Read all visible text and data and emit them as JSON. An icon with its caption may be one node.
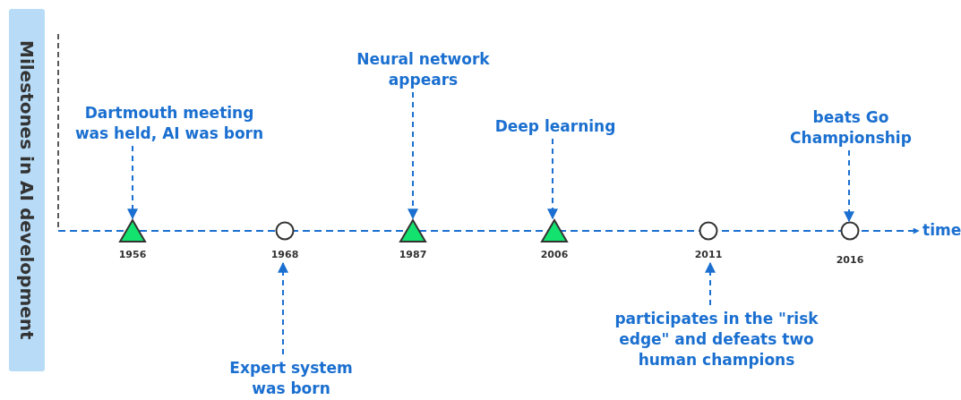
{
  "diagram": {
    "nodes": [
      {
        "text": [
          "Milestones in AI development"
        ]
      },
      {
        "text": [
          "Neural network appears"
        ]
      },
      {
        "text": [
          "Dartmouth meeting was held, AI was born"
        ]
      },
      {
        "text": [
          "Deep learning"
        ]
      },
      {
        "text": [
          "beats Go Championship"
        ]
      },
      {
        "text": [],
        "shape": "triangle",
        "beside": [
          "1956"
        ]
      },
      {
        "text": [],
        "shape": "circle",
        "beside": [
          "1968"
        ]
      },
      {
        "text": [],
        "shape": "triangle",
        "beside": [
          "1987"
        ]
      },
      {
        "text": [],
        "shape": "triangle",
        "beside": [
          "2006"
        ]
      },
      {
        "text": [],
        "shape": "circle",
        "beside": [
          "2011"
        ]
      },
      {
        "text": [],
        "shape": "circle",
        "beside": [
          "2016"
        ]
      },
      {
        "text": [
          "Expert system was born"
        ]
      },
      {
        "text": [
          "participates in the \"risk edge\" and defeats two human champions"
        ]
      }
    ],
    "edges": [
      {
        "from": 2,
        "to": 5,
        "arrow": "to",
        "style": "dashed"
      },
      {
        "from": 11,
        "to": 6,
        "arrow": "to",
        "style": "dashed"
      },
      {
        "from": 1,
        "to": 7,
        "arrow": "to",
        "style": "dashed"
      },
      {
        "from": 3,
        "to": 8,
        "arrow": "to",
        "style": "dashed"
      },
      {
        "from": 12,
        "to": 9,
        "arrow": "to",
        "style": "dashed"
      },
      {
        "from": 4,
        "to": 10,
        "arrow": "to",
        "style": "dashed"
      }
    ],
    "labels": [
      "time"
    ]
  }
}
